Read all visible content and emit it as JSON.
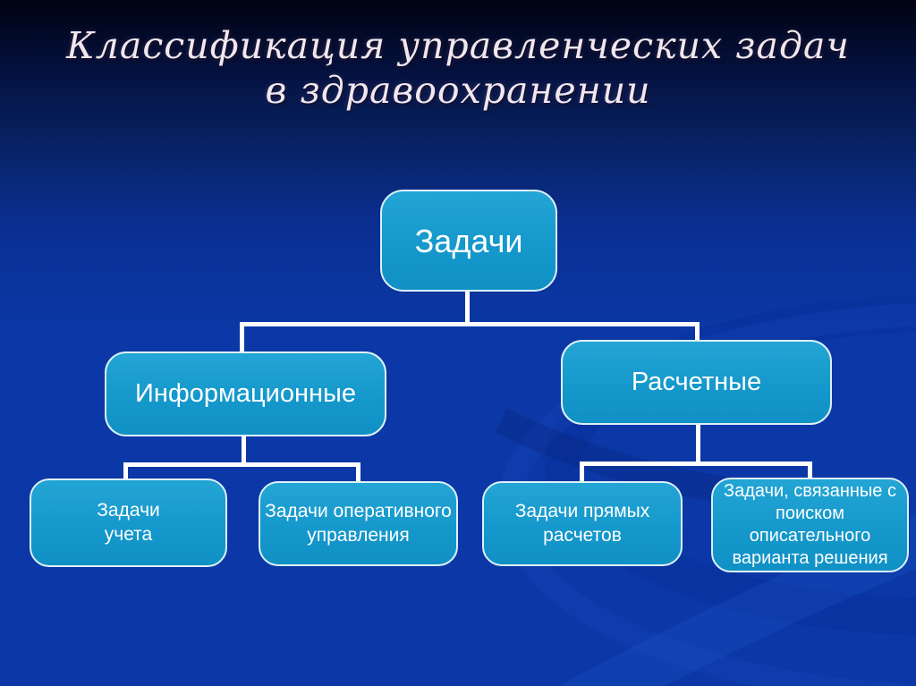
{
  "slide": {
    "title": {
      "line1": "Классификация управленческих задач",
      "line2": "в здравоохранении"
    }
  },
  "diagram": {
    "type": "org-chart",
    "root": {
      "label": "Задачи"
    },
    "level1": [
      {
        "label": "Информационные"
      },
      {
        "label": "Расчетные"
      }
    ],
    "level2": [
      {
        "label": "Задачи\nучета",
        "parent": "Информационные"
      },
      {
        "label": "Задачи оперативного\nуправления",
        "parent": "Информационные"
      },
      {
        "label": "Задачи прямых\nрасчетов",
        "parent": "Расчетные"
      },
      {
        "label": "Задачи, связанные с\nпоиском описательного\nварианта решения",
        "parent": "Расчетные"
      }
    ]
  },
  "colors": {
    "background_top": "#010313",
    "background_mid": "#0a2f92",
    "background_bottom": "#0b38a6",
    "node_fill_top": "#23a5d5",
    "node_fill_bottom": "#1091c5",
    "node_border": "#ddf0f8",
    "node_text": "#ffffff",
    "connector": "#ffffff",
    "title_text": "#f0e7ef"
  }
}
